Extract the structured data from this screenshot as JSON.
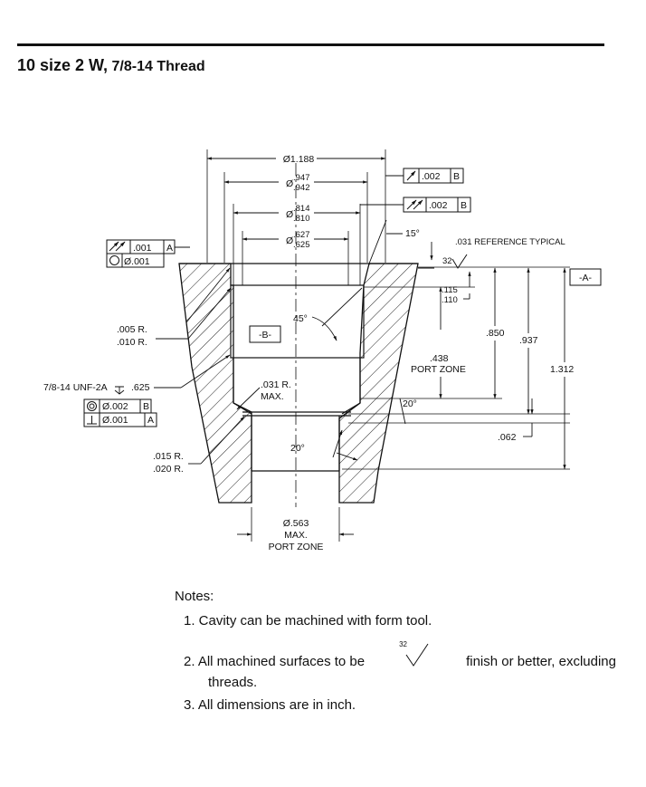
{
  "header": {
    "title_main": "10 size 2 W,",
    "title_sub": "7/8-14 Thread"
  },
  "drawing": {
    "dia_1188": "Ø1.188",
    "dia_sym": "Ø",
    "dia_947": ".947",
    "dia_942": ".942",
    "dia_814": ".814",
    "dia_810": ".810",
    "dia_627": ".627",
    "dia_625": ".625",
    "angle_15": "15°",
    "ref_typical": ".031 REFERENCE TYPICAL",
    "finish_32": "32",
    "datum_a": "-A-",
    "datum_b": "-B-",
    "fcf_runout_002_top": ".002",
    "fcf_runout_002_mid": ".002",
    "fcf_datum_b1": "B",
    "fcf_datum_b2": "B",
    "fcf_left_runout": ".001",
    "fcf_left_runout_datum": "A",
    "fcf_left_circ": "Ø.001",
    "dim_115": ".115",
    "dim_110": ".110",
    "dim_850": ".850",
    "dim_937": ".937",
    "dim_1312": "1.312",
    "dim_438": ".438",
    "port_zone": "PORT ZONE",
    "angle_45": "45°",
    "angle_20a": "20°",
    "angle_20b": "20°",
    "dim_062": ".062",
    "r_005": ".005 R.",
    "r_010": ".010 R.",
    "thread_label": "7/8-14 UNF-2A",
    "thread_depth": ".625",
    "fcf_conc": "Ø.002",
    "fcf_conc_datum": "B",
    "fcf_perp": "Ø.001",
    "fcf_perp_datum": "A",
    "r_031": ".031 R.",
    "max": "MAX.",
    "r_015": ".015 R.",
    "r_020": ".020 R.",
    "dia_563": "Ø.563",
    "max2": "MAX.",
    "port_zone2": "PORT ZONE"
  },
  "notes": {
    "heading": "Notes:",
    "note1": "1. Cavity can be machined with form tool.",
    "note2_a": "2.  All  machined  surfaces  to  be",
    "note2_b": "finish  or  better,  excluding",
    "note2_c": "threads.",
    "note2_sym": "32",
    "note3": "3. All dimensions are in inch."
  }
}
